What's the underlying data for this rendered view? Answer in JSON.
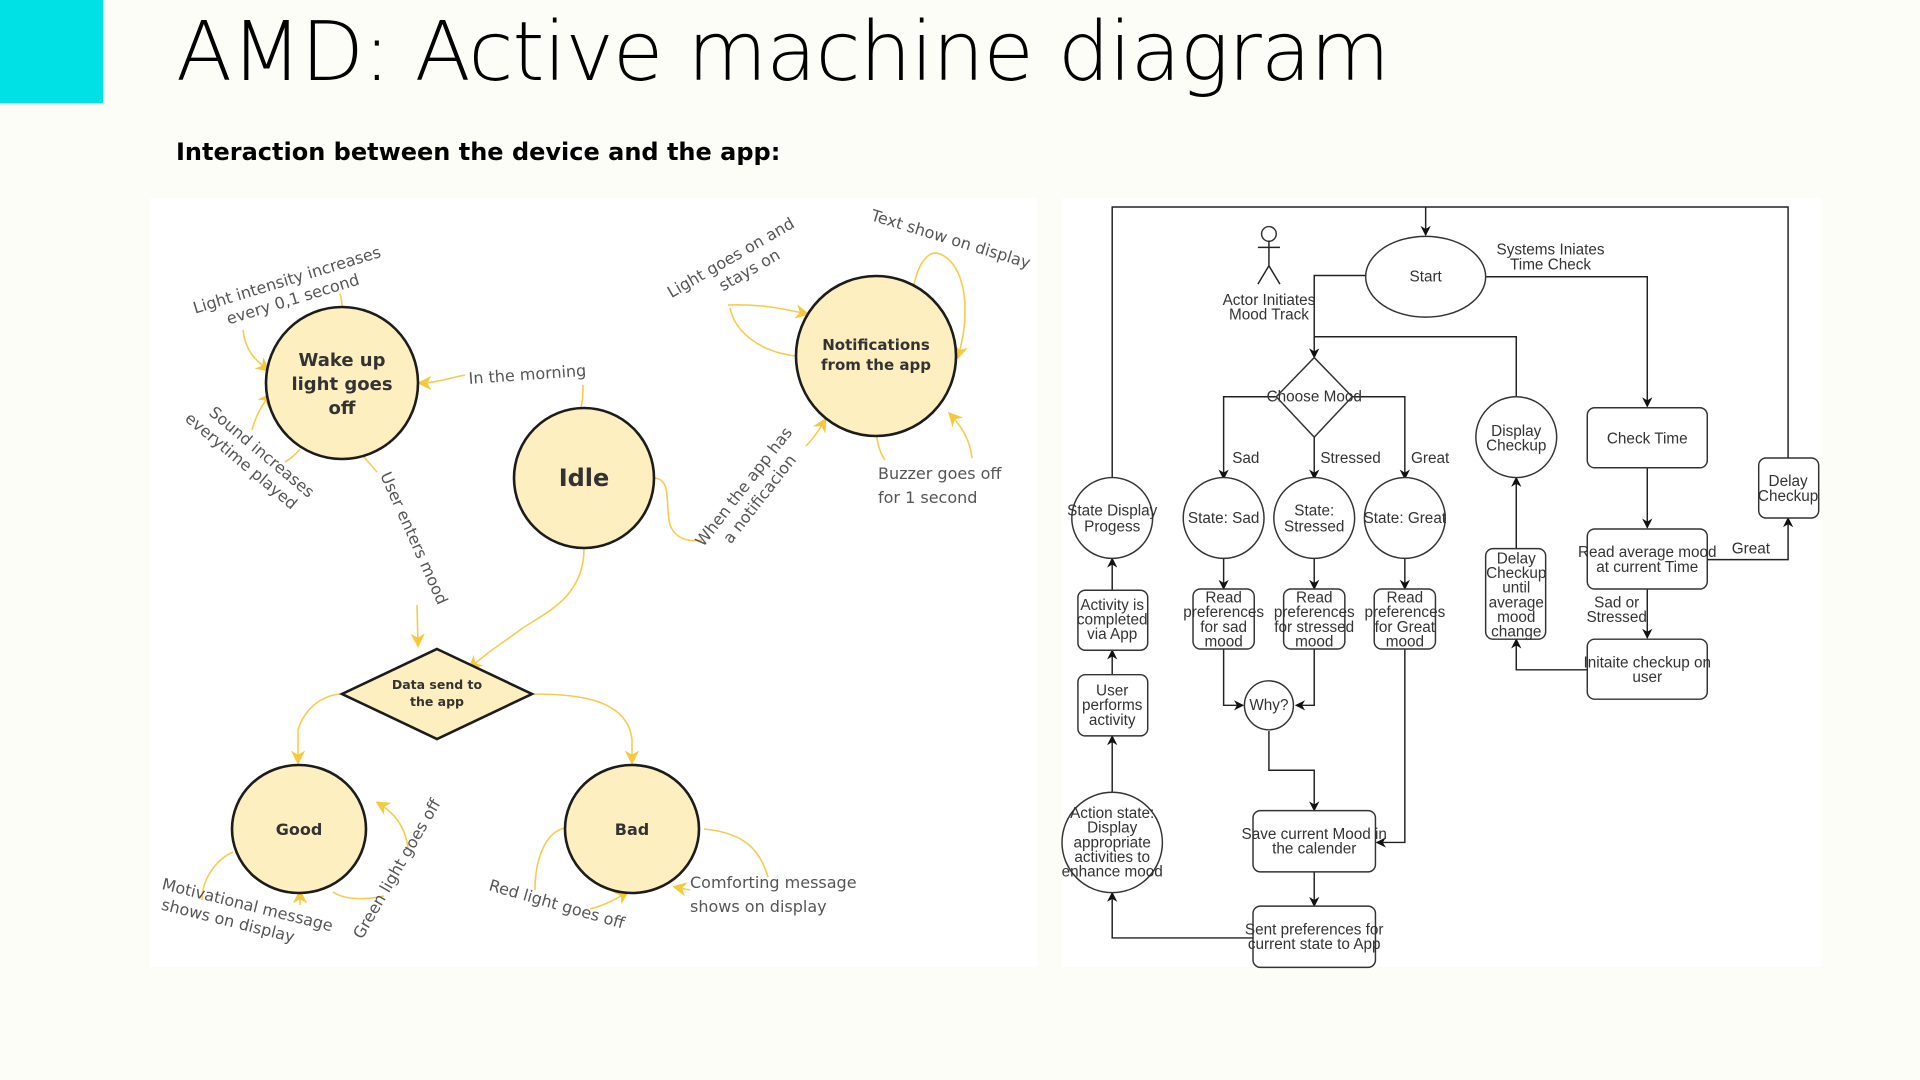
{
  "slide": {
    "title": "AMD: Active machine diagram",
    "subtitle": "Interaction between the device and the app:",
    "accent_color": "#00e1e6"
  },
  "device_diagram": {
    "states": {
      "wake": [
        "Wake up",
        "light goes",
        "off"
      ],
      "idle": "Idle",
      "notifications": [
        "Notifications",
        "from the app"
      ],
      "decision": [
        "Data send to",
        "the app"
      ],
      "good": "Good",
      "bad": "Bad"
    },
    "transitions": {
      "light_intensity": [
        "Light intensity increases",
        "every 0,1 second"
      ],
      "sound": [
        "Sound increases",
        "everytime played"
      ],
      "in_the_morning": "In the morning",
      "user_enters_mood": "User enters mood",
      "light_on": [
        "Light goes on and",
        "stays on"
      ],
      "text_show": "Text show on display",
      "buzzer": [
        "Buzzer goes off",
        "for 1 second"
      ],
      "app_notification": [
        "When the app has",
        "a notificacion"
      ],
      "motivational": [
        "Motivational message",
        "shows on display"
      ],
      "green_light": "Green light goes off",
      "red_light": "Red light goes off",
      "comforting": [
        "Comforting message",
        "shows on display"
      ]
    },
    "colors": {
      "state_fill": "#fdefbf",
      "arrow": "#f6cc4e"
    }
  },
  "app_flow": {
    "actor": [
      "Actor Initiates",
      "Mood Track"
    ],
    "start": "Start",
    "systems_label": [
      "Systems Iniates",
      "Time Check"
    ],
    "choose_mood": "Choose Mood",
    "branch_sad": "Sad",
    "branch_stressed": "Stressed",
    "branch_great": "Great",
    "state_sad": "State: Sad",
    "state_stressed": [
      "State:",
      "Stressed"
    ],
    "state_great": "State: Great",
    "read_sad": [
      "Read",
      "preferences",
      "for sad",
      "mood"
    ],
    "read_stressed": [
      "Read",
      "preferences",
      "for stressed",
      "mood"
    ],
    "read_great": [
      "Read",
      "preferences",
      "for Great",
      "mood"
    ],
    "why": "Why?",
    "save_mood": [
      "Save current Mood in",
      "the calender"
    ],
    "sent_prefs": [
      "Sent preferences for",
      "current state to App"
    ],
    "action_state": [
      "Action state:",
      "Display",
      "appropriate",
      "activities to",
      "enhance mood"
    ],
    "user_performs": [
      "User",
      "performs",
      "activity"
    ],
    "activity_completed": [
      "Activity is",
      "completed",
      "via App"
    ],
    "state_display": [
      "State Display",
      "Progess"
    ],
    "display_checkup": [
      "Display",
      "Checkup"
    ],
    "delay_until": [
      "Delay",
      "Checkup",
      "until",
      "average",
      "mood",
      "change"
    ],
    "check_time": "Check Time",
    "read_average": [
      "Read average mood",
      "at current Time"
    ],
    "great_label": "Great",
    "sad_or_stressed": [
      "Sad or",
      "Stressed"
    ],
    "initiate_checkup": [
      "Initaite checkup on",
      "user"
    ],
    "delay_checkup": [
      "Delay",
      "Checkup"
    ]
  }
}
